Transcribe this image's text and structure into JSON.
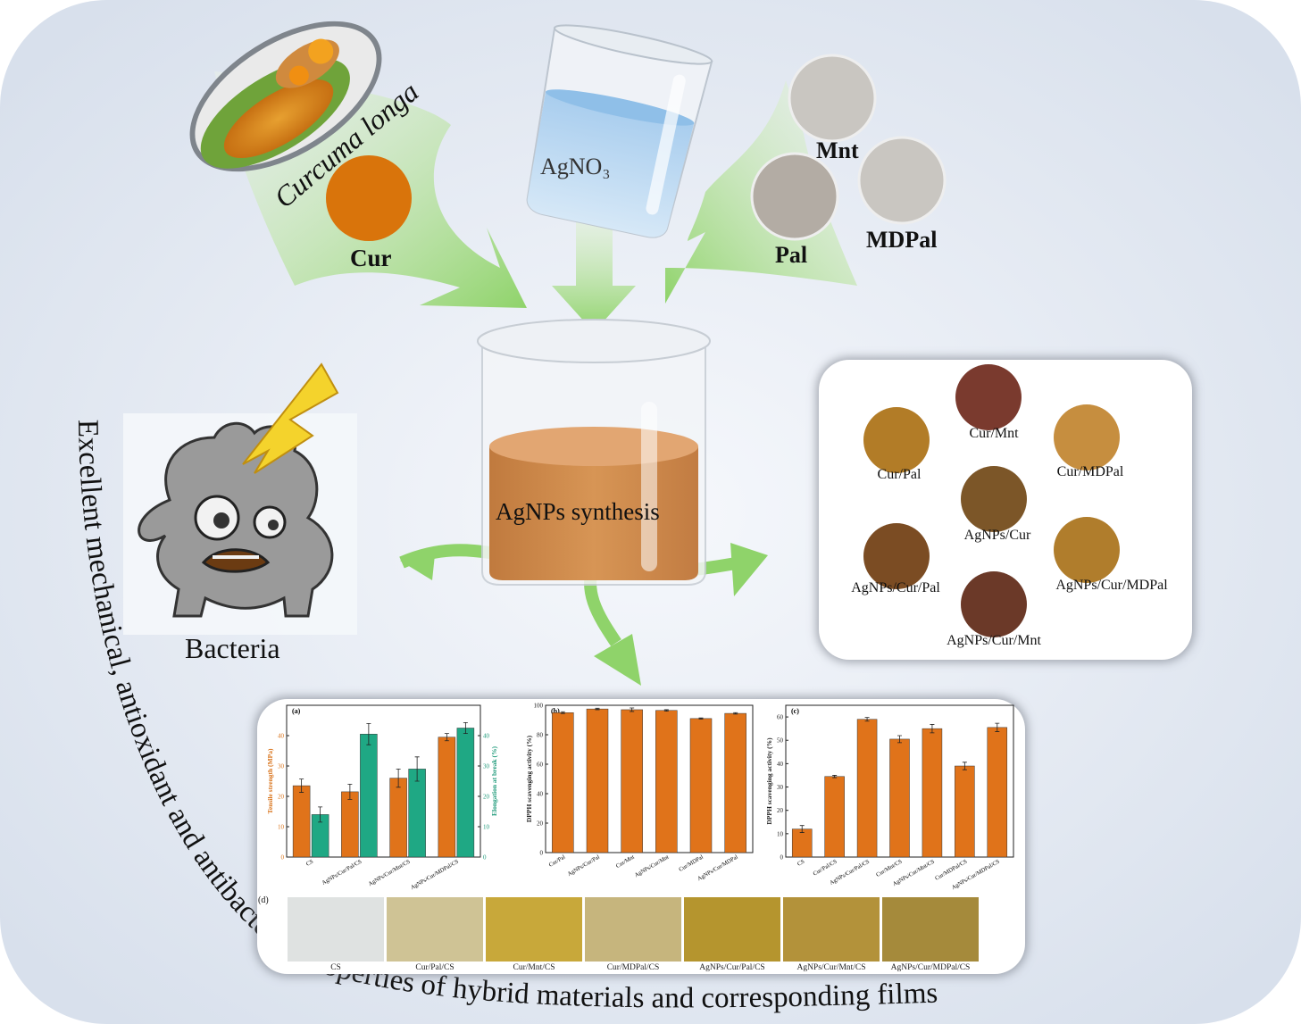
{
  "inputs": {
    "curcuma_label": "Curcuma longa",
    "cur_label": "Cur",
    "agno3_label": "AgNO₃",
    "mnt_label": "Mnt",
    "pal_label": "Pal",
    "mdpal_label": "MDPal"
  },
  "center": {
    "synthesis_label": "AgNPs synthesis"
  },
  "bacteria": {
    "label": "Bacteria"
  },
  "curved_caption": "Excellent mechanical, antioxidant and antibacterial properties of hybrid materials and corresponding films",
  "swatches": [
    {
      "label": "Cur/Mnt",
      "color": "#7a3a2e"
    },
    {
      "label": "Cur/Pal",
      "color": "#b27c27"
    },
    {
      "label": "Cur/MDPal",
      "color": "#c68e3f"
    },
    {
      "label": "AgNPs/Cur",
      "color": "#7c5628"
    },
    {
      "label": "AgNPs/Cur/Pal",
      "color": "#7b4c23"
    },
    {
      "label": "AgNPs/Cur/MDPal",
      "color": "#b07d2c"
    },
    {
      "label": "AgNPs/Cur/Mnt",
      "color": "#6b3928"
    }
  ],
  "colors": {
    "orange_bar": "#e0731a",
    "teal_bar": "#1fa884",
    "green_arrow": "#8fd36a",
    "cur_circle": "#d9740b",
    "clay_circle": "#c9c6c1",
    "pal_circle": "#b3aca4",
    "beaker_liquid": "#cf8a4c",
    "background": "#e6ecf5"
  },
  "chart_data": [
    {
      "type": "bar",
      "panel_label": "(a)",
      "categories": [
        "CS",
        "AgNPs/Cur/Pal/CS",
        "AgNPs/Cur/Mnt/CS",
        "AgNPs/Cur/MDPal/CS"
      ],
      "series": [
        {
          "name": "Tensile strength (MPa)",
          "values": [
            23.5,
            21.5,
            26,
            39.5
          ],
          "errors": [
            2.2,
            2.5,
            3,
            1.2
          ]
        },
        {
          "name": "Elongation at break (%)",
          "values": [
            14,
            40.5,
            29,
            42.5
          ],
          "errors": [
            2.5,
            3.5,
            4,
            1.8
          ]
        }
      ],
      "ylabel": "Tensile strength (MPa)",
      "ylabel_right": "Elongation at break (%)",
      "ylim": [
        0,
        50
      ],
      "ylim_right": [
        0,
        50
      ],
      "yticks": [
        0,
        10,
        20,
        30,
        40
      ],
      "yticks_right": [
        0,
        10,
        20,
        30,
        40
      ]
    },
    {
      "type": "bar",
      "panel_label": "(b)",
      "categories": [
        "Cur/Pal",
        "AgNPs/Cur/Pal",
        "Cur/Mnt",
        "AgNPs/Cur/Mnt",
        "Cur/MDPal",
        "AgNPs/Cur/MDPal"
      ],
      "values": [
        95,
        97.5,
        97,
        96.5,
        91,
        94.5
      ],
      "errors": [
        0.6,
        0.5,
        1.2,
        0.5,
        0.4,
        0.5
      ],
      "ylabel": "DPPH scavenging activity (%)",
      "ylim": [
        0,
        100
      ],
      "yticks": [
        0,
        20,
        40,
        60,
        80,
        100
      ]
    },
    {
      "type": "bar",
      "panel_label": "(c)",
      "categories": [
        "CS",
        "Cur/Pal/CS",
        "AgNPs/Cur/Pal/CS",
        "Cur/Mnt/CS",
        "AgNPs/Cur/Mnt/CS",
        "Cur/MDPal/CS",
        "AgNPs/Cur/MDPal/CS"
      ],
      "values": [
        12,
        34.5,
        59,
        50.5,
        55,
        39,
        55.5
      ],
      "errors": [
        1.5,
        0.5,
        0.8,
        1.5,
        1.8,
        1.6,
        1.8
      ],
      "ylabel": "DPPH scavenging activity (%)",
      "ylim": [
        0,
        65
      ],
      "yticks": [
        0,
        10,
        20,
        30,
        40,
        50,
        60
      ]
    }
  ],
  "films": {
    "panel_label": "(d)",
    "items": [
      {
        "label": "CS",
        "color": "#dfe2e1"
      },
      {
        "label": "Cur/Pal/CS",
        "color": "#cfc395"
      },
      {
        "label": "Cur/Mnt/CS",
        "color": "#c8a83a"
      },
      {
        "label": "Cur/MDPal/CS",
        "color": "#c6b57d"
      },
      {
        "label": "AgNPs/Cur/Pal/CS",
        "color": "#b5952e"
      },
      {
        "label": "AgNPs/Cur/Mnt/CS",
        "color": "#b3923a"
      },
      {
        "label": "AgNPs/Cur/MDPal/CS",
        "color": "#a58a3b"
      }
    ]
  }
}
